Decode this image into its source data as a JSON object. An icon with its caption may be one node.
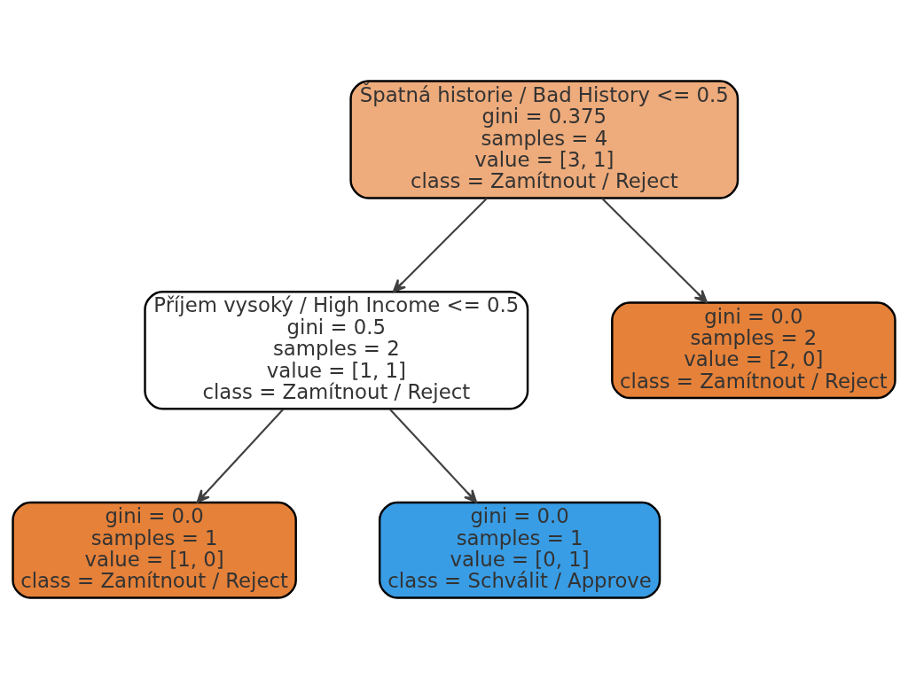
{
  "diagram": {
    "nodes": [
      {
        "text": [
          "Špatná historie / Bad History <= 0.5",
          "gini = 0.375",
          "samples = 4",
          "value = [3, 1]",
          "class = Zamítnout / Reject"
        ]
      },
      {
        "text": [
          "Příjem vysoký / High Income <= 0.5",
          "gini = 0.5",
          "samples = 2",
          "value = [1, 1]",
          "class = Zamítnout / Reject"
        ]
      },
      {
        "text": [
          "gini = 0.0",
          "samples = 2",
          "value = [2, 0]",
          "class = Zamítnout / Reject"
        ]
      },
      {
        "text": [
          "gini = 0.0",
          "samples = 1",
          "value = [1, 0]",
          "class = Zamítnout / Reject"
        ]
      },
      {
        "text": [
          "gini = 0.0",
          "samples = 1",
          "value = [0, 1]",
          "class = Schválit / Approve"
        ]
      }
    ],
    "edges": [
      {
        "from": 0,
        "to": 1,
        "arrow": "to"
      },
      {
        "from": 0,
        "to": 2,
        "arrow": "to"
      },
      {
        "from": 1,
        "to": 3,
        "arrow": "to"
      },
      {
        "from": 1,
        "to": 4,
        "arrow": "to"
      }
    ]
  }
}
